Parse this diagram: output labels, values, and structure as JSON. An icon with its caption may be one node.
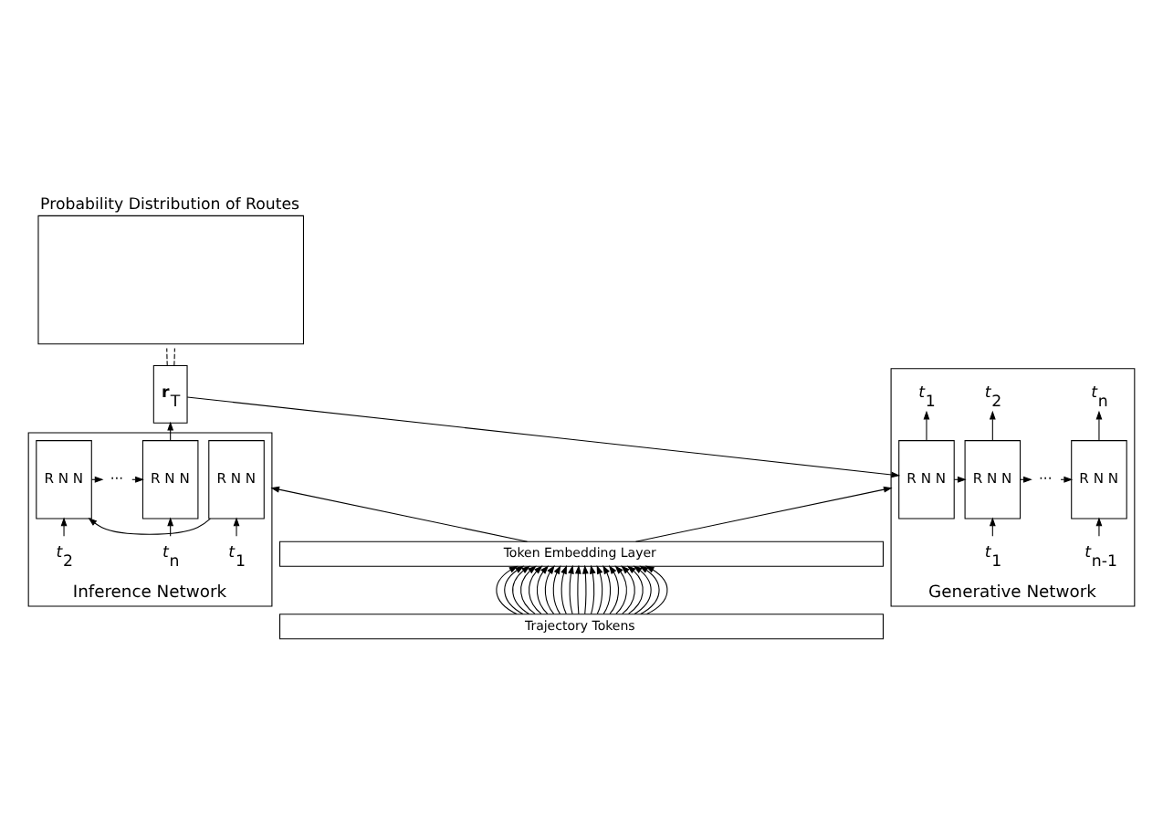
{
  "diagram": {
    "nodes": [
      {
        "text": [
          "Probability Distribution of Routes"
        ]
      },
      {
        "text": [
          "Inference Network"
        ]
      },
      {
        "text": [
          "R N N"
        ],
        "in": 1
      },
      {
        "text": [
          "R N N"
        ],
        "in": 1
      },
      {
        "text": [
          "···"
        ],
        "in": 1
      },
      {
        "text": [
          "R N N"
        ],
        "in": 1
      },
      {
        "text": [
          "*t*$_{1}$"
        ],
        "in": 1
      },
      {
        "text": [
          "*t*$_{2}$"
        ],
        "in": 1
      },
      {
        "text": [
          "*t*$_{n}$"
        ],
        "in": 1
      },
      {
        "text": [
          "**r**$_{T}$"
        ]
      },
      {
        "text": [
          "Generative Network"
        ]
      },
      {
        "text": [
          "R N N"
        ],
        "in": 10
      },
      {
        "text": [
          "R N N"
        ],
        "in": 10
      },
      {
        "text": [
          "···"
        ],
        "in": 10
      },
      {
        "text": [
          "R N N"
        ],
        "in": 10
      },
      {
        "text": [
          "*t*$_{1}$"
        ],
        "in": 10
      },
      {
        "text": [
          "*t*$_{2}$"
        ],
        "in": 10
      },
      {
        "text": [
          "*t*$_{n}$"
        ],
        "in": 10
      },
      {
        "text": [
          "*t*$_{1}$"
        ],
        "in": 10
      },
      {
        "text": [
          "*t*$_{n-1}$"
        ],
        "in": 10
      },
      {
        "text": [
          "Token Embedding Layer"
        ]
      },
      {
        "text": [
          "Trajectory Tokens"
        ]
      }
    ],
    "edges": [
      {
        "from": 6,
        "to": 2,
        "arrow": "to"
      },
      {
        "from": 7,
        "to": 3,
        "arrow": "to"
      },
      {
        "from": 8,
        "to": 5,
        "arrow": "to"
      },
      {
        "from": 2,
        "to": 3,
        "arrow": "to"
      },
      {
        "from": 3,
        "to": 4,
        "arrow": "to"
      },
      {
        "from": 4,
        "to": 5,
        "arrow": "to"
      },
      {
        "from": 5,
        "to": 9,
        "arrow": "to"
      },
      {
        "from": 9,
        "to": 11,
        "arrow": "to"
      },
      {
        "from": 9,
        "to": 0,
        "arrow": "none",
        "style": "dashed"
      },
      {
        "from": 9,
        "to": 0,
        "arrow": "none",
        "style": "dashed"
      },
      {
        "from": 11,
        "to": 12,
        "arrow": "to"
      },
      {
        "from": 12,
        "to": 13,
        "arrow": "to"
      },
      {
        "from": 13,
        "to": 14,
        "arrow": "to"
      },
      {
        "from": 11,
        "to": 15,
        "arrow": "to"
      },
      {
        "from": 12,
        "to": 16,
        "arrow": "to"
      },
      {
        "from": 14,
        "to": 17,
        "arrow": "to"
      },
      {
        "from": 18,
        "to": 12,
        "arrow": "to"
      },
      {
        "from": 19,
        "to": 14,
        "arrow": "to"
      },
      {
        "from": 20,
        "to": 1,
        "arrow": "to"
      },
      {
        "from": 20,
        "to": 10,
        "arrow": "to"
      },
      {
        "from": 21,
        "to": 20,
        "arrow": "to"
      },
      {
        "from": 21,
        "to": 20,
        "arrow": "to"
      },
      {
        "from": 21,
        "to": 20,
        "arrow": "to"
      },
      {
        "from": 21,
        "to": 20,
        "arrow": "to"
      },
      {
        "from": 21,
        "to": 20,
        "arrow": "to"
      },
      {
        "from": 21,
        "to": 20,
        "arrow": "to"
      },
      {
        "from": 21,
        "to": 20,
        "arrow": "to"
      },
      {
        "from": 21,
        "to": 20,
        "arrow": "to"
      },
      {
        "from": 21,
        "to": 20,
        "arrow": "to"
      },
      {
        "from": 21,
        "to": 20,
        "arrow": "to"
      },
      {
        "from": 21,
        "to": 20,
        "arrow": "to"
      },
      {
        "from": 21,
        "to": 20,
        "arrow": "to"
      },
      {
        "from": 21,
        "to": 20,
        "arrow": "to"
      },
      {
        "from": 21,
        "to": 20,
        "arrow": "to"
      },
      {
        "from": 21,
        "to": 20,
        "arrow": "to"
      },
      {
        "from": 21,
        "to": 20,
        "arrow": "to"
      },
      {
        "from": 21,
        "to": 20,
        "arrow": "to"
      },
      {
        "from": 21,
        "to": 20,
        "arrow": "to"
      },
      {
        "from": 21,
        "to": 20,
        "arrow": "to"
      },
      {
        "from": 21,
        "to": 20,
        "arrow": "to"
      },
      {
        "from": 21,
        "to": 20,
        "arrow": "to"
      },
      {
        "from": 21,
        "to": 20,
        "arrow": "to"
      }
    ]
  }
}
